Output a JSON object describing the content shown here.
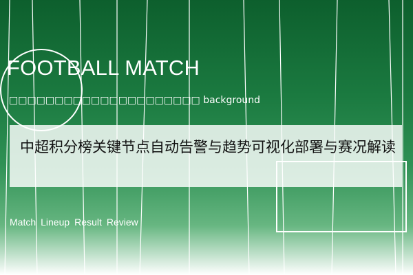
{
  "hero": {
    "title": "FOOTBALL MATCH",
    "subtitle": "□□□□□□□□□□□□□□□□□□□□□ background"
  },
  "banner": {
    "text": "中超积分榜关键节点自动告警与趋势可视化部署与赛况解读"
  },
  "nav": {
    "items": [
      "Match",
      "Lineup",
      "Result",
      "Review"
    ]
  },
  "colors": {
    "field_dark": "#0d5f2d",
    "field_light": "#67b681",
    "banner_fill": "#ffffff",
    "text": "#111111",
    "line": "#ffffff"
  }
}
